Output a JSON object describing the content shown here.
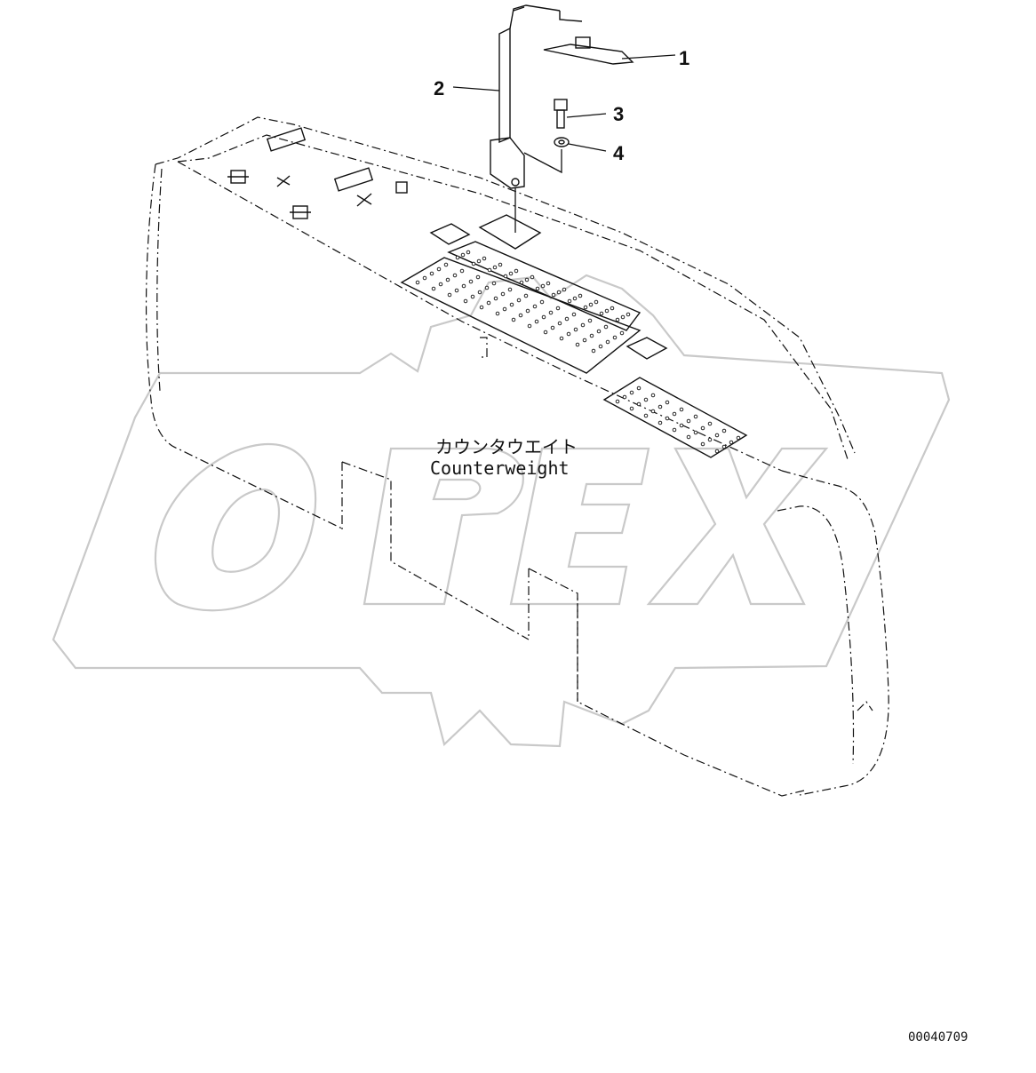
{
  "diagram": {
    "label_japanese": "カウンタウエイト",
    "label_english": "Counterweight",
    "watermark_text": "OPEX",
    "document_code": "00040709",
    "callouts": [
      {
        "number": "1",
        "part": "lamp"
      },
      {
        "number": "2",
        "part": "bracket"
      },
      {
        "number": "3",
        "part": "bolt"
      },
      {
        "number": "4",
        "part": "washer"
      }
    ]
  }
}
